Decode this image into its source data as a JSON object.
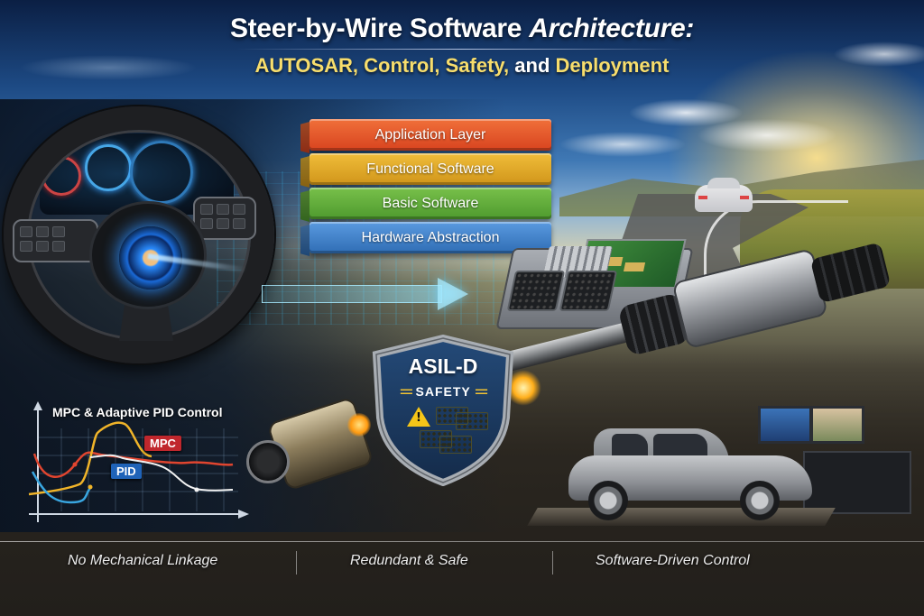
{
  "header": {
    "title_line1_part1": "Steer-by-Wire Software",
    "title_line1_part2": "Architecture:",
    "title_line2": {
      "autosar": "AUTOSAR,",
      "control": "Control,",
      "safety": "Safety,",
      "and": "and",
      "deployment": "Deployment"
    }
  },
  "autosar_stack": {
    "layers": [
      {
        "label": "Application Layer",
        "color": "#e4562a"
      },
      {
        "label": "Functional Software",
        "color": "#e0a823"
      },
      {
        "label": "Basic Software",
        "color": "#5fa83a"
      },
      {
        "label": "Hardware Abstraction",
        "color": "#3f7fc4"
      }
    ]
  },
  "safety_badge": {
    "level": "ASIL-D",
    "label": "SAFETY",
    "bars": "==",
    "warning_icon": "warning-triangle-icon",
    "border_color": "#9aa0a6",
    "fill_color": "#1f3f66",
    "accent_color": "#f1c232"
  },
  "control_chart": {
    "title": "MPC & Adaptive PID Control",
    "mpc_label": "MPC",
    "pid_label": "PID",
    "mpc_color": "#e0452f",
    "pid_color": "#39a6e0",
    "yellow_color": "#f0b429",
    "white_color": "#f2f2f2"
  },
  "chart_data": {
    "type": "line",
    "title": "MPC & Adaptive PID Control",
    "xlabel": "",
    "ylabel": "",
    "grid": true,
    "legend": [
      "MPC",
      "PID"
    ],
    "series": [
      {
        "name": "MPC",
        "values": [
          [
            0,
            62
          ],
          [
            1,
            40
          ],
          [
            2,
            62
          ],
          [
            3,
            66
          ],
          [
            4,
            60
          ],
          [
            5,
            56
          ]
        ]
      },
      {
        "name": "Yellow response",
        "values": [
          [
            0,
            24
          ],
          [
            1,
            30
          ],
          [
            2,
            82
          ],
          [
            3,
            64
          ],
          [
            4,
            62
          ]
        ]
      },
      {
        "name": "White response",
        "values": [
          [
            2,
            62
          ],
          [
            3,
            58
          ],
          [
            4,
            52
          ],
          [
            5,
            30
          ],
          [
            6,
            30
          ]
        ]
      },
      {
        "name": "PID",
        "values": [
          [
            0,
            48
          ],
          [
            1,
            14
          ],
          [
            2,
            28
          ],
          [
            3,
            30
          ]
        ]
      }
    ]
  },
  "footer": {
    "items": [
      "No Mechanical Linkage",
      "Redundant & Safe",
      "Software-Driven Control"
    ]
  }
}
